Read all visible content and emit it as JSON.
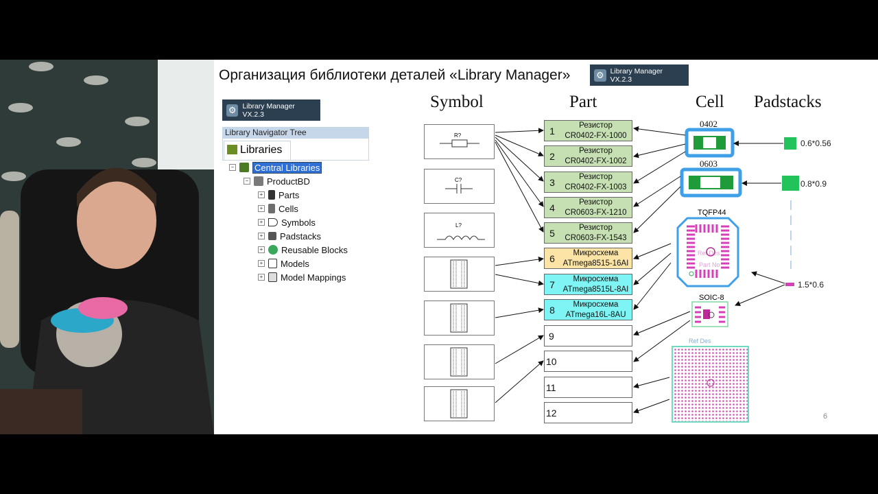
{
  "slide": {
    "title": "Организация библиотеки деталей «Library Manager»",
    "badge_label": "Library Manager VX.2.3",
    "page_number": "6"
  },
  "navigator": {
    "badge_label": "Library Manager VX.2.3",
    "header": "Library Navigator Tree",
    "tab_label": "Libraries",
    "root": "Central Libraries",
    "db": "ProductBD",
    "items": [
      "Parts",
      "Cells",
      "Symbols",
      "Padstacks",
      "Reusable Blocks",
      "Models",
      "Model Mappings"
    ]
  },
  "columns": {
    "symbol": "Symbol",
    "part": "Part",
    "cell": "Cell",
    "padstacks": "Padstacks"
  },
  "symbols": [
    {
      "ref": "R?",
      "kind": "resistor"
    },
    {
      "ref": "C?",
      "kind": "capacitor"
    },
    {
      "ref": "L?",
      "kind": "inductor"
    },
    {
      "ref": "",
      "kind": "ic"
    },
    {
      "ref": "",
      "kind": "ic"
    },
    {
      "ref": "",
      "kind": "ic"
    },
    {
      "ref": "",
      "kind": "ic"
    }
  ],
  "parts": [
    {
      "num": "1",
      "line1": "Резистор",
      "line2": "CR0402-FX-1000",
      "color": "#c6e0b4"
    },
    {
      "num": "2",
      "line1": "Резистор",
      "line2": "CR0402-FX-1002",
      "color": "#c6e0b4"
    },
    {
      "num": "3",
      "line1": "Резистор",
      "line2": "CR0402-FX-1003",
      "color": "#c6e0b4"
    },
    {
      "num": "4",
      "line1": "Резистор",
      "line2": "CR0603-FX-1210",
      "color": "#c6e0b4"
    },
    {
      "num": "5",
      "line1": "Резистор",
      "line2": "CR0603-FX-1543",
      "color": "#c6e0b4"
    },
    {
      "num": "6",
      "line1": "Микросхема",
      "line2": "ATmega8515-16AI",
      "color": "#fce4a6"
    },
    {
      "num": "7",
      "line1": "Микросхема",
      "line2": "ATmega8515L-8AI",
      "color": "#7ff4f4"
    },
    {
      "num": "8",
      "line1": "Микросхема",
      "line2": "ATmega16L-8AU",
      "color": "#7ff4f4"
    },
    {
      "num": "9",
      "line1": "",
      "line2": "",
      "color": "#ffffff"
    },
    {
      "num": "10",
      "line1": "",
      "line2": "",
      "color": "#ffffff"
    },
    {
      "num": "11",
      "line1": "",
      "line2": "",
      "color": "#ffffff"
    },
    {
      "num": "12",
      "line1": "",
      "line2": "",
      "color": "#ffffff"
    }
  ],
  "cells": {
    "c0402": "0402",
    "c0603": "0603",
    "tqfp": "TQFP44",
    "tqfp_refdes": "Ref Des",
    "tqfp_partno": "Part No",
    "soic": "SOIC-8",
    "bga_refdes": "Ref Des"
  },
  "padstacks": [
    "0.6*0.56",
    "0.8*0.9",
    "1.5*0.6"
  ],
  "colors": {
    "green_pad": "#22c35a",
    "cell_blue": "#3fa0e8",
    "pin_magenta": "#d63fb8"
  }
}
